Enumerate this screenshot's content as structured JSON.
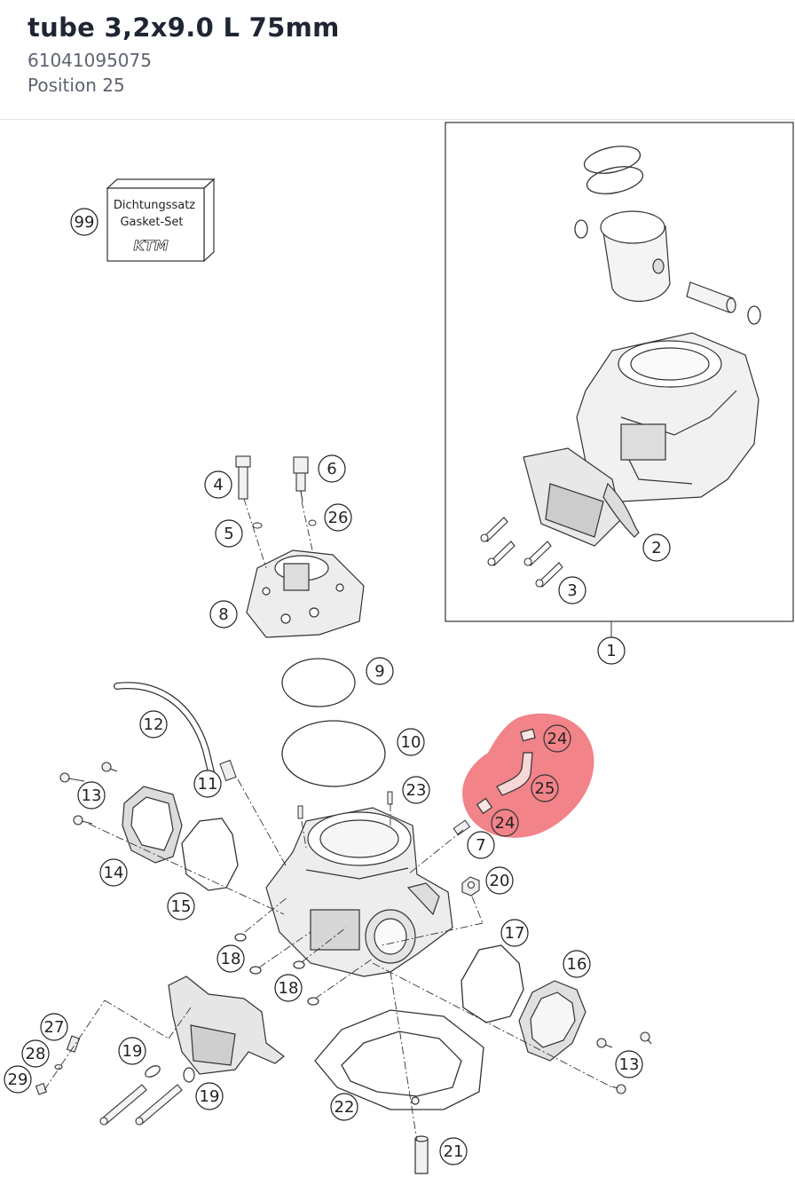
{
  "header": {
    "title": "tube 3,2x9.0 L 75mm",
    "part_number": "61041095075",
    "position": "Position 25"
  },
  "highlight": {
    "color": "#e8303a"
  },
  "gasket_box": {
    "line1": "Dichtungssatz",
    "line2": "Gasket-Set",
    "logo": "KTM"
  },
  "callouts": [
    "99",
    "1",
    "2",
    "3",
    "4",
    "5",
    "6",
    "26",
    "8",
    "9",
    "10",
    "12",
    "11",
    "13",
    "14",
    "15",
    "23",
    "24",
    "25",
    "24",
    "7",
    "20",
    "17",
    "16",
    "18",
    "18",
    "27",
    "28",
    "29",
    "19",
    "19",
    "22",
    "13",
    "21"
  ]
}
